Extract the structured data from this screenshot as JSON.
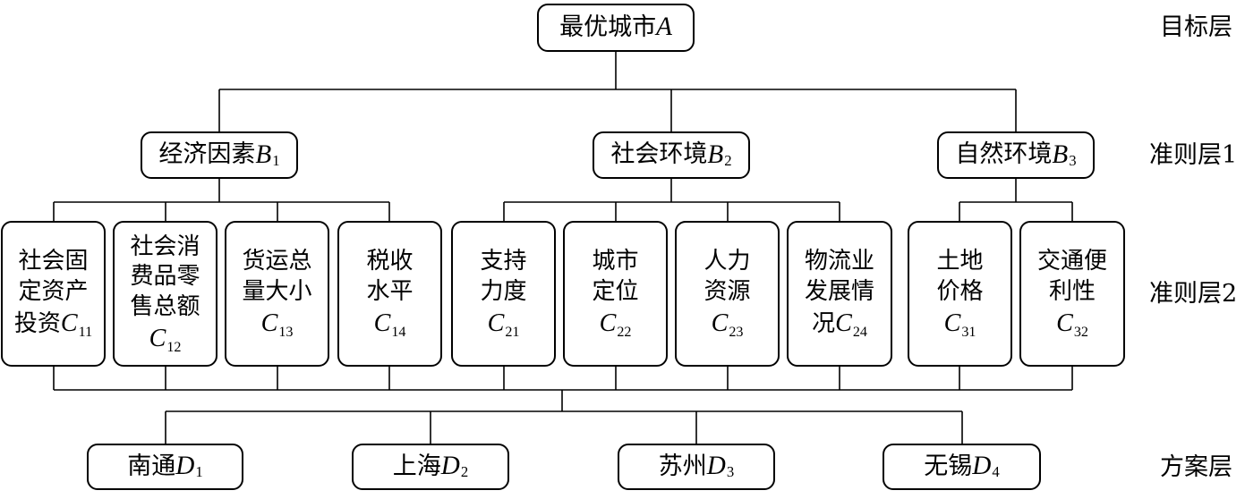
{
  "layers": {
    "goal": "目标层",
    "criteria1": "准则层1",
    "criteria2": "准则层2",
    "alternatives": "方案层"
  },
  "goal": {
    "text": "最优城市",
    "var": "A",
    "sub": ""
  },
  "criteria": [
    {
      "text": "经济因素",
      "var": "B",
      "sub": "1"
    },
    {
      "text": "社会环境",
      "var": "B",
      "sub": "2"
    },
    {
      "text": "自然环境",
      "var": "B",
      "sub": "3"
    }
  ],
  "subcriteria": [
    {
      "lines": [
        "社会固",
        "定资产",
        "投资"
      ],
      "var": "C",
      "sub": "11"
    },
    {
      "lines": [
        "社会消",
        "费品零",
        "售总额"
      ],
      "var": "C",
      "sub": "12"
    },
    {
      "lines": [
        "货运总",
        "量大小"
      ],
      "var": "C",
      "sub": "13"
    },
    {
      "lines": [
        "税收",
        "水平"
      ],
      "var": "C",
      "sub": "14"
    },
    {
      "lines": [
        "支持",
        "力度"
      ],
      "var": "C",
      "sub": "21"
    },
    {
      "lines": [
        "城市",
        "定位"
      ],
      "var": "C",
      "sub": "22"
    },
    {
      "lines": [
        "人力",
        "资源"
      ],
      "var": "C",
      "sub": "23"
    },
    {
      "lines": [
        "物流业",
        "发展情",
        "况"
      ],
      "var": "C",
      "sub": "24"
    },
    {
      "lines": [
        "土地",
        "价格"
      ],
      "var": "C",
      "sub": "31"
    },
    {
      "lines": [
        "交通便",
        "利性"
      ],
      "var": "C",
      "sub": "32"
    }
  ],
  "alternatives": [
    {
      "text": "南通",
      "var": "D",
      "sub": "1"
    },
    {
      "text": "上海",
      "var": "D",
      "sub": "2"
    },
    {
      "text": "苏州",
      "var": "D",
      "sub": "3"
    },
    {
      "text": "无锡",
      "var": "D",
      "sub": "4"
    }
  ]
}
